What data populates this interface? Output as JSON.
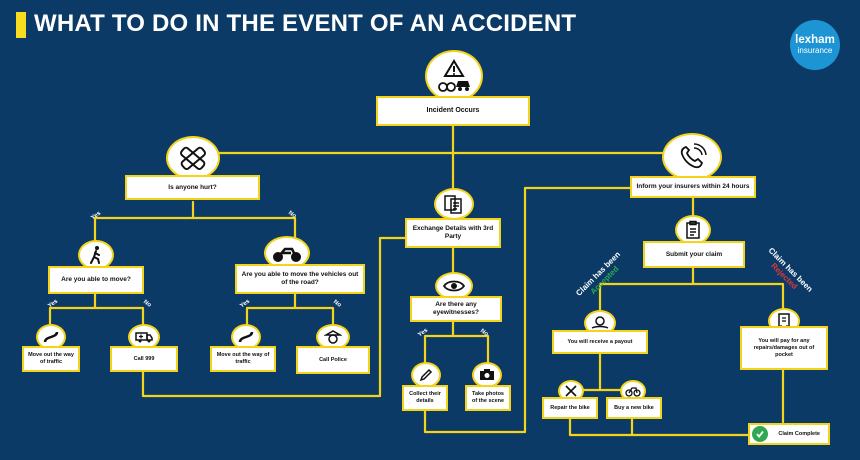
{
  "title": "WHAT TO DO IN THE EVENT OF AN ACCIDENT",
  "logo": {
    "line1": "lexham",
    "line2": "insurance"
  },
  "colors": {
    "background": "#0c3a66",
    "accent": "#f3d41b",
    "node_fill": "#ffffff",
    "approved": "#2fa84f",
    "rejected": "#e2363a",
    "logo": "#1d95d4"
  },
  "nodes": {
    "incident": "Incident Occurs",
    "anyone_hurt": "Is anyone hurt?",
    "exchange": "Exchange Details with 3rd Party",
    "inform": "Inform your insurers within 24 hours",
    "able_move": "Are you able to move?",
    "able_move_vehicles": "Are you able to move the vehicles out of the road?",
    "submit": "Submit your claim",
    "eyewitnesses": "Are there any eyewitnesses?",
    "move_out_1": "Move out the way of traffic",
    "call_999": "Call 999",
    "move_out_2": "Move out the way of traffic",
    "call_police": "Call Police",
    "payout": "You will receive a payout",
    "pay_repairs": "You will pay for any repairs/damages out of pocket",
    "collect_details": "Collect their details",
    "take_photos": "Take photos of the scene",
    "repair_bike": "Repair the bike",
    "buy_bike": "Buy a new bike",
    "claim_complete": "Claim Complete"
  },
  "branch_labels": {
    "hurt_yes": "Yes",
    "hurt_no": "No",
    "move_yes": "Yes",
    "move_no": "No",
    "vehicles_yes": "Yes",
    "vehicles_no": "No",
    "witness_yes": "Yes",
    "witness_no": "No"
  },
  "outcomes": {
    "approved_prefix": "Claim has been",
    "approved_word": "Accepted",
    "rejected_prefix": "Claim has been",
    "rejected_word": "Rejected"
  },
  "icons": {
    "incident": "warning-accident-icon",
    "anyone_hurt": "bandage-icon",
    "exchange": "documents-icon",
    "inform": "phone-icon",
    "able_move": "walking-person-icon",
    "able_move_vehicles": "motorbike-icon",
    "submit": "clipboard-icon",
    "eyewitnesses": "eye-icon",
    "move_out_1": "road-icon",
    "call_999": "ambulance-icon",
    "move_out_2": "road-icon",
    "call_police": "police-icon",
    "payout": "payout-icon",
    "pay_repairs": "bill-icon",
    "collect_details": "pen-icon",
    "take_photos": "camera-icon",
    "repair_bike": "tools-icon",
    "buy_bike": "bike-icon",
    "claim_complete": "check-icon"
  }
}
